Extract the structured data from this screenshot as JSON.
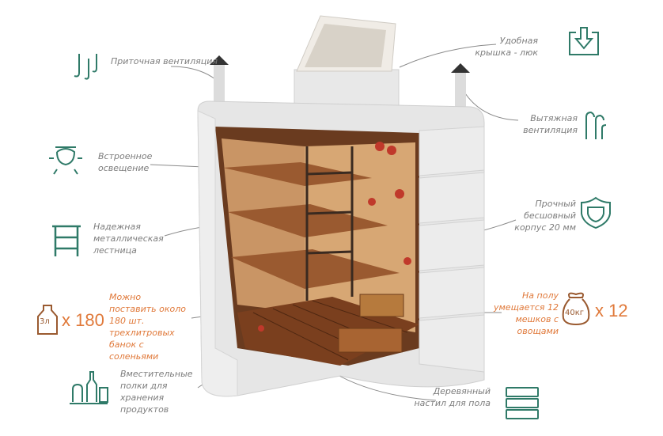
{
  "features": {
    "supply_vent": "Приточная вентиляция",
    "lighting": "Встроенное освещение",
    "ladder": "Надежная металлическая лестница",
    "jars_text": "Можно поставить около 180 шт. трехлитровых банок с соленьями",
    "jar_volume": "3л",
    "jar_count": "x 180",
    "shelves": "Вместительные полки для хранения продуктов",
    "hatch": "Удобная крышка - люк",
    "exhaust_vent": "Вытяжная вентиляция",
    "body": "Прочный бесшовный корпус 20 мм",
    "sacks_text": "На полу умещается 12 мешков с овощами",
    "sack_weight": "40кг",
    "sack_count": "x 12",
    "floor": "Деревянный настил для пола"
  },
  "colors": {
    "teal": "#2f7a68",
    "orange": "#e0793a",
    "wood": "#8a4e2a",
    "shell": "#e4e4e4"
  }
}
